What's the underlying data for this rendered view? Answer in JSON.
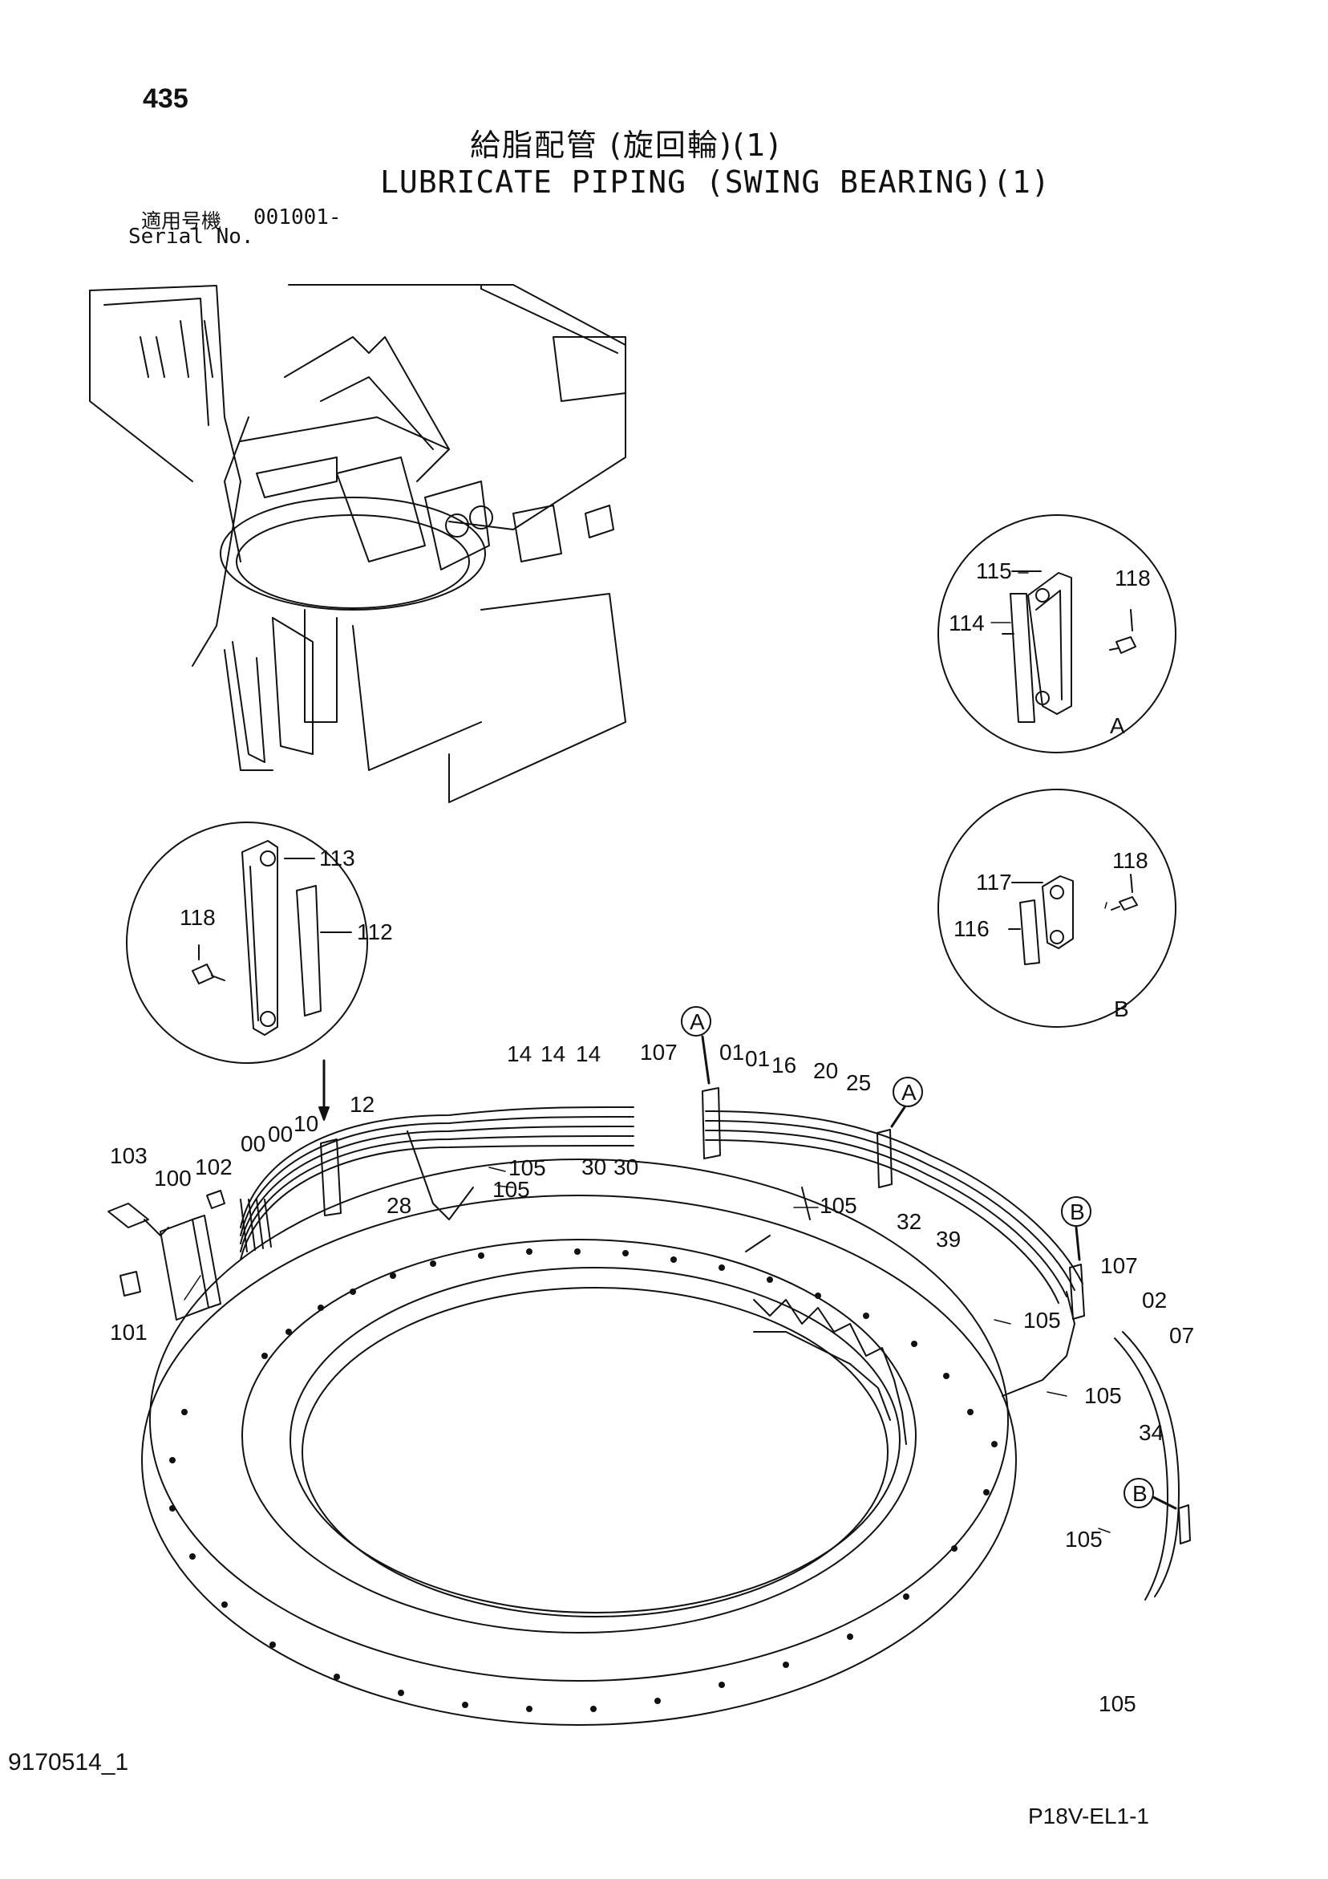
{
  "header": {
    "page_number": "435",
    "title_ja": "給脂配管 (旋回輪)(1)",
    "title_en": "LUBRICATE PIPING (SWING BEARING)(1)",
    "serial_label_ja": "適用号機",
    "serial_value": "001001-",
    "serial_label_en": "Serial No."
  },
  "footer": {
    "figure_code": "9170514_1",
    "sheet_code": "P18V-EL1-1"
  },
  "detail_views": {
    "detail_a": {
      "marker": "A",
      "parts": [
        "115",
        "114",
        "118"
      ]
    },
    "detail_b": {
      "marker": "B",
      "parts": [
        "117",
        "116",
        "118"
      ]
    },
    "detail_main": {
      "parts": [
        "113",
        "118",
        "112"
      ]
    }
  },
  "callouts": {
    "p103": "103",
    "p100": "100",
    "p102": "102",
    "p101": "101",
    "p00a": "00",
    "p00b": "00",
    "p10": "10",
    "p12": "12",
    "p28": "28",
    "p14a": "14",
    "p14b": "14",
    "p14c": "14",
    "p30a": "30",
    "p30b": "30",
    "p105a": "105",
    "p105b": "105",
    "p107a": "107",
    "ref_a1": "A",
    "p01a": "01",
    "p01b": "01",
    "p16": "16",
    "p20": "20",
    "p25": "25",
    "ref_a2": "A",
    "p105c": "105",
    "p32": "32",
    "p39": "39",
    "ref_b1": "B",
    "p107b": "107",
    "p105d": "105",
    "p02": "02",
    "p07": "07",
    "p105e": "105",
    "p34": "34",
    "ref_b2": "B",
    "p105f": "105",
    "p105g": "105"
  }
}
